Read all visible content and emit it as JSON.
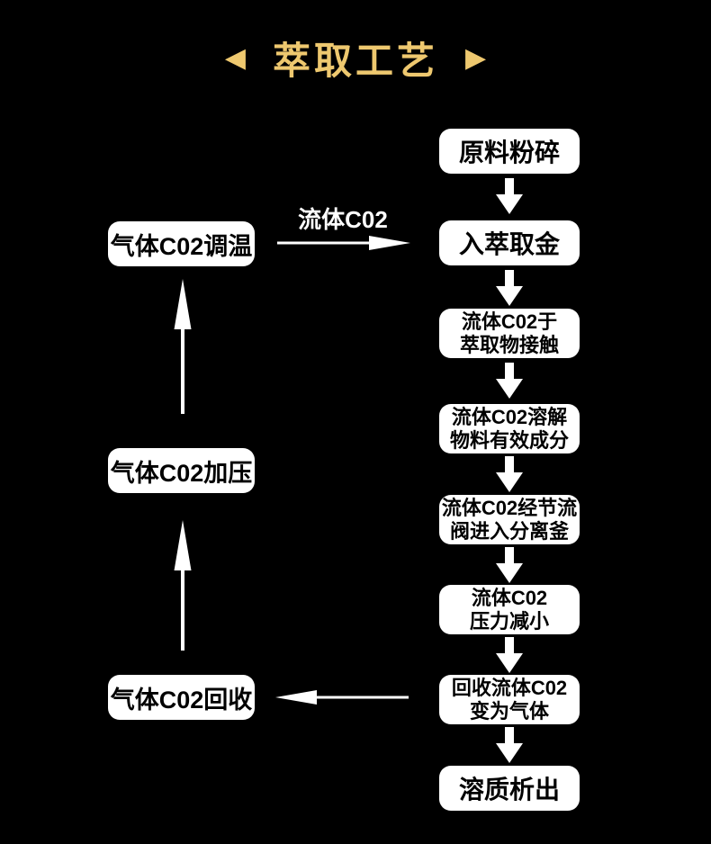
{
  "title": {
    "left_arrow": "◀",
    "text": "萃取工艺",
    "right_arrow": "▶"
  },
  "colors": {
    "background": "#000000",
    "title_gold": "#eec86f",
    "box_fill": "#ffffff",
    "box_text": "#000000",
    "arrow_white": "#ffffff"
  },
  "flow": {
    "edge_label": "流体C02",
    "right_column": [
      {
        "lines": [
          "原料粉碎"
        ]
      },
      {
        "lines": [
          "入萃取金"
        ]
      },
      {
        "lines": [
          "流体C02于",
          "萃取物接触"
        ]
      },
      {
        "lines": [
          "流体C02溶解",
          "物料有效成分"
        ]
      },
      {
        "lines": [
          "流体C02经节流",
          "阀进入分离釜"
        ]
      },
      {
        "lines": [
          "流体C02",
          "压力减小"
        ]
      },
      {
        "lines": [
          "回收流体C02",
          "变为气体"
        ]
      },
      {
        "lines": [
          "溶质析出"
        ]
      }
    ],
    "left_column": [
      {
        "label": "气体C02调温"
      },
      {
        "label": "气体C02加压"
      },
      {
        "label": "气体C02回收"
      }
    ],
    "icons": {
      "down_arrow": "arrow-down",
      "up_arrow": "arrow-up",
      "right_arrow": "arrow-right",
      "left_arrow": "arrow-left"
    }
  }
}
